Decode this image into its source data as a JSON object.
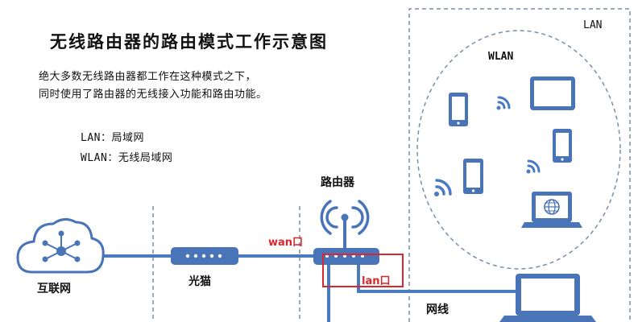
{
  "title": "无线路由器的路由模式工作示意图",
  "description": [
    "绝大多数无线路由器都工作在这种模式之下，",
    "同时使用了路由器的无线接入功能和路由功能。"
  ],
  "legend": [
    {
      "term": "LAN",
      "meaning": "局域网"
    },
    {
      "term": "WLAN",
      "meaning": "无线局域网"
    }
  ],
  "legend_separator": "：",
  "labels": {
    "lan_zone": "LAN",
    "wlan_zone": "WLAN",
    "router": "路由器",
    "internet": "互联网",
    "modem": "光猫",
    "wan_port": "wan口",
    "lan_port": "lan口",
    "ethernet": "网线"
  },
  "colors": {
    "device_blue": "#4a74b8",
    "line_blue": "#4a7ac0",
    "port_red": "#d8282e",
    "zone_dash": "#7a8ea8",
    "text": "#111111"
  },
  "icons": [
    "cloud-network-icon",
    "modem-icon",
    "router-icon",
    "wifi-signal-icon",
    "smartphone-icon",
    "tablet-icon",
    "laptop-icon",
    "globe-icon"
  ]
}
